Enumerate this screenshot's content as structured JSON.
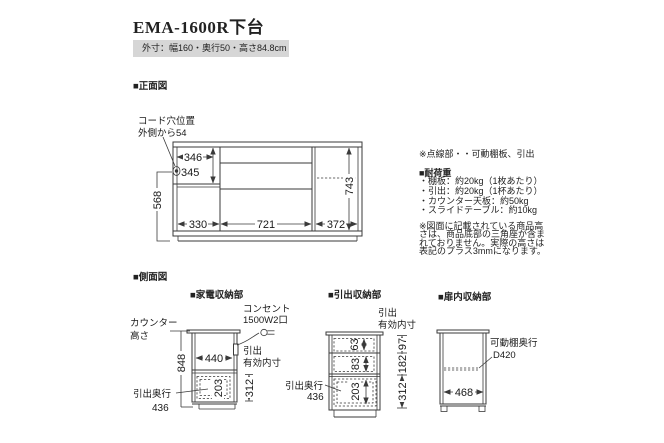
{
  "header": {
    "title": "EMA-1600R下台",
    "outer_size": "外寸：幅160・奥行50・高さ84.8cm"
  },
  "front_section": {
    "heading": "■正面図",
    "cord_hole_line1": "コード穴位置",
    "cord_hole_line2": "外側から54",
    "dims": {
      "upper_width": "346",
      "upper_height": "345",
      "left_height": "568",
      "bottom_left": "330",
      "bottom_center": "721",
      "bottom_right": "372",
      "right_height": "743"
    }
  },
  "notes": {
    "dotted": "※点線部・・可動棚板、引出",
    "load_heading": "■耐荷重",
    "load_items": [
      "・棚板：約20kg（1枚あたり）",
      "・引出：約20kg（1杯あたり）",
      "・カウンター天板：約50kg",
      "・スライドテーブル：約10kg"
    ],
    "height_note": [
      "※図面に記載されている商品高",
      "さは、商品底部の三角座が含ま",
      "れておりません。実際の高さは",
      "表記のプラス3mmになります。"
    ]
  },
  "side_section": {
    "heading": "■側面図",
    "appliance": {
      "heading": "■家電収納部",
      "counter_line1": "カウンター",
      "counter_line2": "高さ",
      "outlet_line1": "コンセント",
      "outlet_line2": "1500W2口",
      "inner_line1": "引出",
      "inner_line2": "有効内寸",
      "dims": {
        "height": "848",
        "width": "440",
        "drawer": "203",
        "inner": "312"
      },
      "depth_label": "引出奥行",
      "depth_value": "436"
    },
    "drawers": {
      "heading": "■引出収納部",
      "inner_line1": "引出",
      "inner_line2": "有効内寸",
      "dims": {
        "d1": "63",
        "d2": "83",
        "d3": "203",
        "i1": "97",
        "i2": "182",
        "i3": "312"
      },
      "depth_label": "引出奥行",
      "depth_value": "436"
    },
    "door": {
      "heading": "■扉内収納部",
      "shelf_line1": "可動棚奥行",
      "shelf_line2": "D420",
      "dims": {
        "width": "468"
      }
    }
  },
  "colors": {
    "size_box_bg": "#d6d6d6",
    "line": "#3a3a3a",
    "text": "#1a1a1a"
  }
}
